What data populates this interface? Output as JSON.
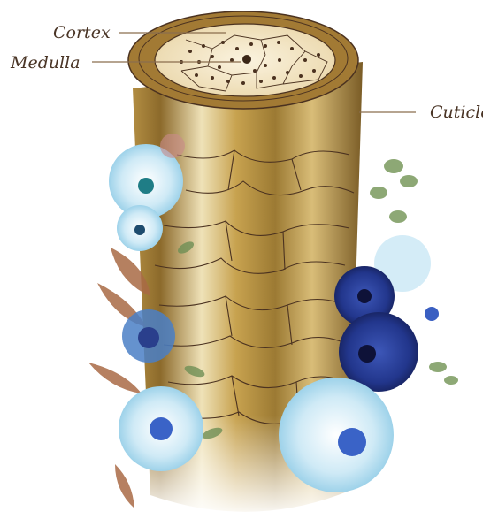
{
  "labels": {
    "cortex": "Cortex",
    "medulla": "Medulla",
    "cuticle": "Cuticle"
  },
  "colors": {
    "gold_dark": "#7d5f2a",
    "gold_mid": "#b8913f",
    "gold_light": "#efe0b0",
    "line": "#4b3220",
    "blue_light": "#bfe3f2",
    "blue_dark": "#233a8f"
  }
}
